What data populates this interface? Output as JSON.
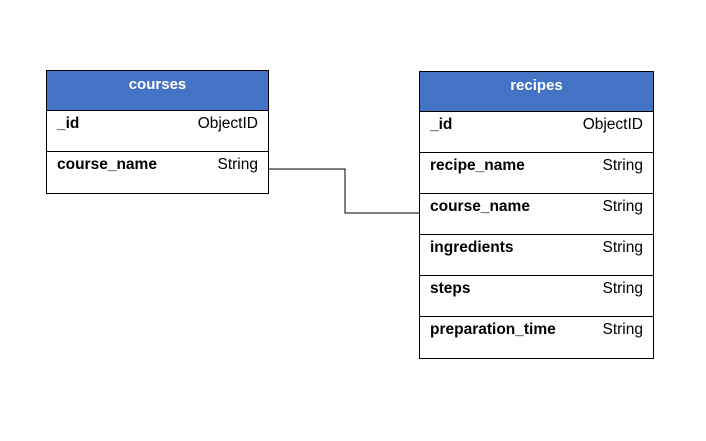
{
  "entities": {
    "courses": {
      "title": "courses",
      "fields": [
        {
          "name": "_id",
          "type": "ObjectID"
        },
        {
          "name": "course_name",
          "type": "String"
        }
      ]
    },
    "recipes": {
      "title": "recipes",
      "fields": [
        {
          "name": "_id",
          "type": "ObjectID"
        },
        {
          "name": "recipe_name",
          "type": "String"
        },
        {
          "name": "course_name",
          "type": "String"
        },
        {
          "name": "ingredients",
          "type": "String"
        },
        {
          "name": "steps",
          "type": "String"
        },
        {
          "name": "preparation_time",
          "type": "String"
        }
      ]
    }
  },
  "colors": {
    "header_fill": "#4472c4",
    "border": "#000000"
  },
  "relationship": {
    "from": "courses.course_name",
    "to": "recipes.course_name"
  }
}
